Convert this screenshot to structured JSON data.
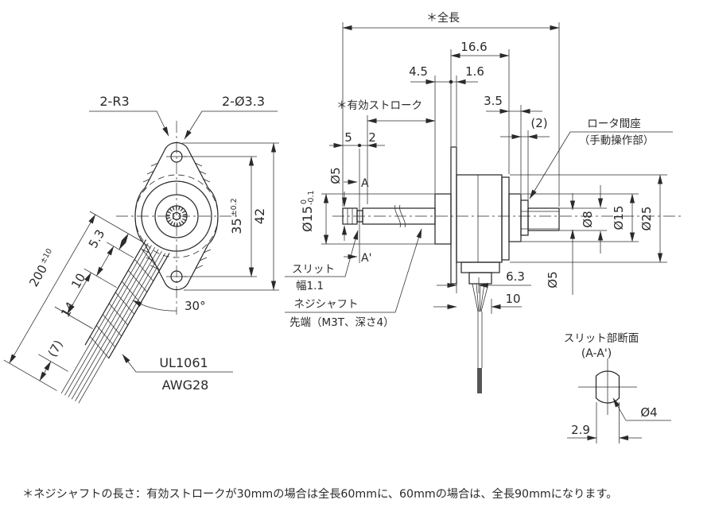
{
  "figure": {
    "background": "#ffffff",
    "line_color": "#2a2a2a",
    "front_view": {
      "corner_radius": "2-R3",
      "mounting_holes": "2-Ø3.3",
      "hole_pitch": "35",
      "hole_pitch_tol": "±0.2",
      "flange_height": "42",
      "wire_angle": "30°",
      "lead_length": "200",
      "lead_length_tol": "±10",
      "lead_dim1": "5.3",
      "lead_dim2": "10",
      "lead_dim3": "14",
      "lead_dim4": "(7)",
      "wire_spec_line1": "UL1061",
      "wire_spec_line2": "AWG28"
    },
    "side_view": {
      "overall_length": "＊全長",
      "length_body": "16.6",
      "dim_4_5": "4.5",
      "dim_1_6": "1.6",
      "dim_3_5": "3.5",
      "dim_2_ref": "(2)",
      "effective_stroke": "＊有効ストローク",
      "dim_5": "5",
      "dim_2": "2",
      "section_a": "A",
      "section_a_prime": "A'",
      "shaft_dia": "Ø5",
      "pilot_dia": "Ø15",
      "pilot_tol_upper": "0",
      "pilot_tol_lower": "-0.1",
      "slit_label": "スリット",
      "slit_width": "幅1.1",
      "screw_shaft_label": "ネジシャフト",
      "screw_tip_spec": "先端（M3T、深さ4）",
      "rotor_spacer_label": "ロータ間座",
      "manual_knob_label": "（手動操作部）",
      "dia_8": "Ø8",
      "dia_15": "Ø15",
      "dia_25": "Ø25",
      "rotor_shaft_dia": "Ø5",
      "wire_exit_6_3": "6.3",
      "wire_exit_10": "10"
    },
    "section_view": {
      "title": "スリット部断面",
      "subtitle": "(A-A')",
      "diameter": "Ø4",
      "across_flats": "2.9"
    },
    "footnote": "＊ネジシャフトの長さ：有効ストロークが30mmの場合は全長60mmに、60mmの場合は、全長90mmになります。"
  }
}
